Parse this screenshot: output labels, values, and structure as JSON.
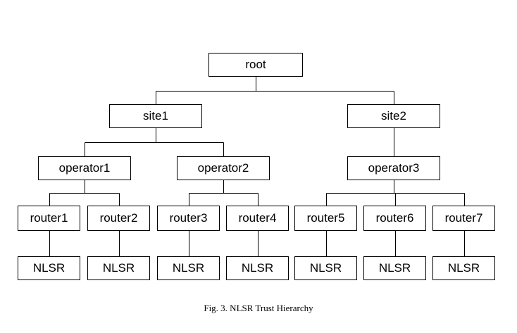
{
  "diagram": {
    "nodes": {
      "root": "root",
      "site1": "site1",
      "site2": "site2",
      "operator1": "operator1",
      "operator2": "operator2",
      "operator3": "operator3",
      "router1": "router1",
      "router2": "router2",
      "router3": "router3",
      "router4": "router4",
      "router5": "router5",
      "router6": "router6",
      "router7": "router7",
      "nlsr1": "NLSR",
      "nlsr2": "NLSR",
      "nlsr3": "NLSR",
      "nlsr4": "NLSR",
      "nlsr5": "NLSR",
      "nlsr6": "NLSR",
      "nlsr7": "NLSR"
    },
    "edges": [
      [
        "root",
        "site1"
      ],
      [
        "root",
        "site2"
      ],
      [
        "site1",
        "operator1"
      ],
      [
        "site1",
        "operator2"
      ],
      [
        "site2",
        "operator3"
      ],
      [
        "operator1",
        "router1"
      ],
      [
        "operator1",
        "router2"
      ],
      [
        "operator2",
        "router3"
      ],
      [
        "operator2",
        "router4"
      ],
      [
        "operator3",
        "router5"
      ],
      [
        "operator3",
        "router6"
      ],
      [
        "operator3",
        "router7"
      ],
      [
        "router1",
        "nlsr1"
      ],
      [
        "router2",
        "nlsr2"
      ],
      [
        "router3",
        "nlsr3"
      ],
      [
        "router4",
        "nlsr4"
      ],
      [
        "router5",
        "nlsr5"
      ],
      [
        "router6",
        "nlsr6"
      ],
      [
        "router7",
        "nlsr7"
      ]
    ]
  },
  "caption": "Fig. 3.  NLSR Trust Hierarchy"
}
